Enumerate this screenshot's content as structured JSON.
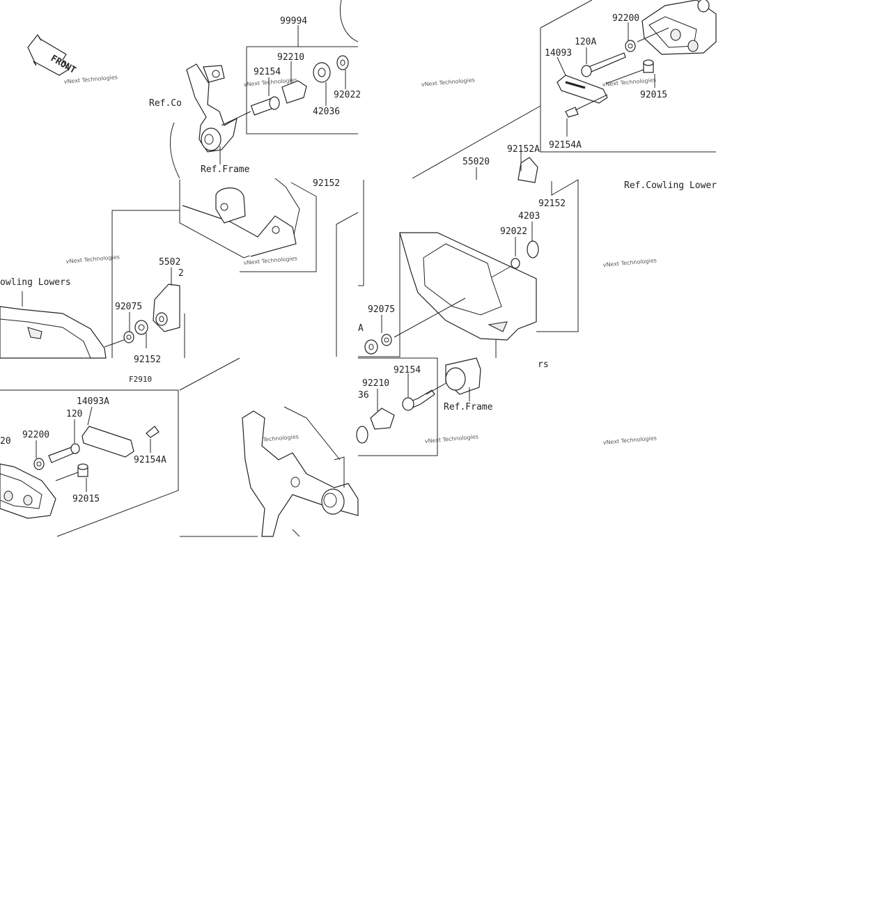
{
  "front_marker": "FRONT",
  "watermark": "vNext Technologies",
  "part_labels": {
    "p99994": "99994",
    "p92210_top": "92210",
    "p92154_top": "92154",
    "p92022_top": "92022",
    "p42036_top": "42036",
    "p92152_mid": "92152",
    "p92152a": "92152A",
    "p55020": "55020",
    "p92152_right": "92152",
    "p4203_partial": "4203",
    "p92022_mid": "92022",
    "p92075_mid": "92075",
    "a_partial": "A",
    "p92154_mid": "92154",
    "p92210_mid": "92210",
    "p36_partial": "36",
    "p92200_top": "92200",
    "p120a": "120A",
    "p14093": "14093",
    "p92015_top": "92015",
    "p92154a_top": "92154A",
    "p5502_partial": "5502",
    "p2_partial": "2",
    "p92075_left": "92075",
    "p92152_left_partial": "92152",
    "f2910": "F2910",
    "p14093a": "14093A",
    "p120": "120",
    "p20_partial": "20",
    "p92200_bottom": "92200",
    "p92154a_bottom": "92154A",
    "p92015_bottom": "92015"
  },
  "ref_labels": {
    "ref_cowling_top_partial": "Ref.Co",
    "ref_frame_top": "Ref.Frame",
    "ref_cowling_lowers_right": "Ref.Cowling Lower",
    "ref_cowling_lowers_left": "owling Lowers",
    "rs_partial": "rs",
    "ref_frame_mid": "Ref.Frame"
  }
}
